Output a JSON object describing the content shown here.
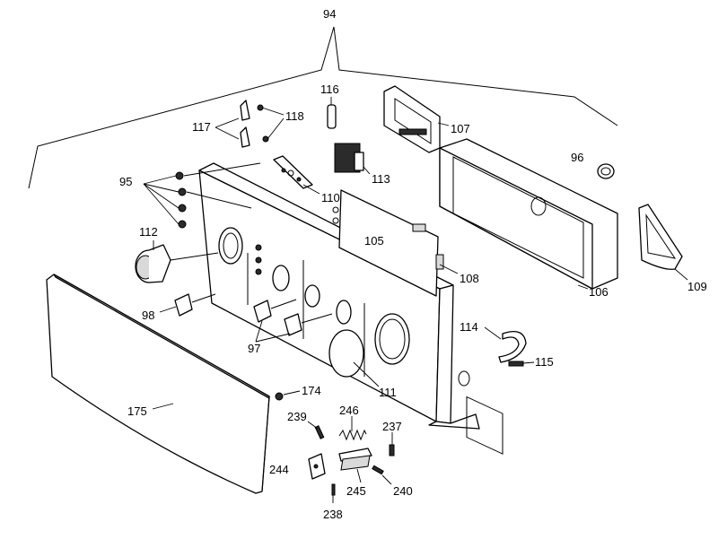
{
  "callouts": [
    {
      "id": "94",
      "label": "94"
    },
    {
      "id": "116",
      "label": "116"
    },
    {
      "id": "107",
      "label": "107"
    },
    {
      "id": "117",
      "label": "117"
    },
    {
      "id": "118",
      "label": "118"
    },
    {
      "id": "96",
      "label": "96"
    },
    {
      "id": "95",
      "label": "95"
    },
    {
      "id": "113",
      "label": "113"
    },
    {
      "id": "110",
      "label": "110"
    },
    {
      "id": "112",
      "label": "112"
    },
    {
      "id": "105",
      "label": "105"
    },
    {
      "id": "108",
      "label": "108"
    },
    {
      "id": "106",
      "label": "106"
    },
    {
      "id": "109",
      "label": "109"
    },
    {
      "id": "98",
      "label": "98"
    },
    {
      "id": "97",
      "label": "97"
    },
    {
      "id": "114",
      "label": "114"
    },
    {
      "id": "115",
      "label": "115"
    },
    {
      "id": "111",
      "label": "111"
    },
    {
      "id": "174",
      "label": "174"
    },
    {
      "id": "175",
      "label": "175"
    },
    {
      "id": "239",
      "label": "239"
    },
    {
      "id": "246",
      "label": "246"
    },
    {
      "id": "237",
      "label": "237"
    },
    {
      "id": "244",
      "label": "244"
    },
    {
      "id": "245",
      "label": "245"
    },
    {
      "id": "240",
      "label": "240"
    },
    {
      "id": "238",
      "label": "238"
    }
  ]
}
